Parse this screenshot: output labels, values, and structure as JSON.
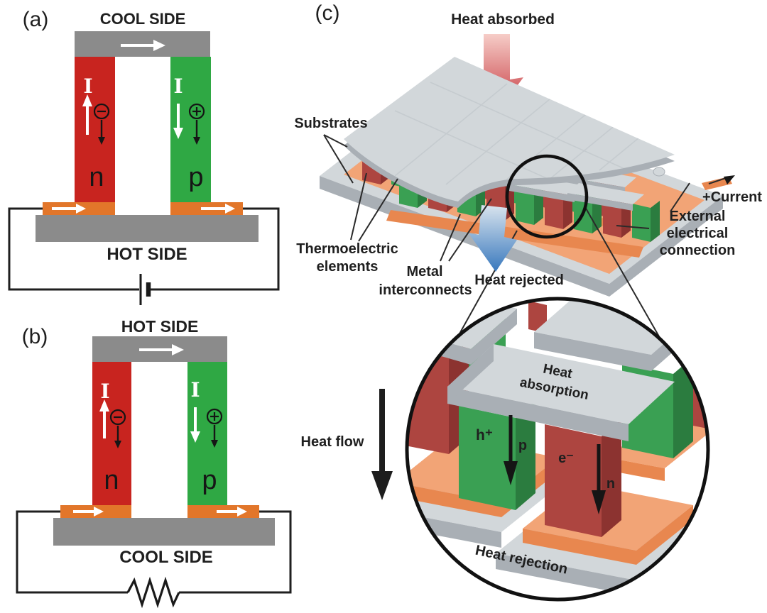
{
  "panel_a": {
    "tag": "(a)",
    "top_label": "COOL SIDE",
    "bottom_label": "HOT SIDE",
    "current_symbol": "I",
    "n_label": "n",
    "p_label": "p"
  },
  "panel_b": {
    "tag": "(b)",
    "top_label": "HOT SIDE",
    "bottom_label": "COOL SIDE",
    "current_symbol": "I",
    "n_label": "n",
    "p_label": "p"
  },
  "panel_c": {
    "tag": "(c)",
    "heat_absorbed": "Heat absorbed",
    "substrates": "Substrates",
    "thermoelectric_line1": "Thermoelectric",
    "thermoelectric_line2": "elements",
    "metal_line1": "Metal",
    "metal_line2": "interconnects",
    "heat_rejected": "Heat rejected",
    "current_label": "+Current",
    "external_line1": "External",
    "external_line2": "electrical",
    "external_line3": "connection",
    "heat_flow": "Heat flow"
  },
  "inset": {
    "heat_absorption_line1": "Heat",
    "heat_absorption_line2": "absorption",
    "hole_label": "h⁺",
    "electron_label": "e⁻",
    "p_label": "p",
    "n_label": "n",
    "heat_rejection": "Heat rejection"
  },
  "colors": {
    "ink": "#1f1f1f",
    "red": "#c8241f",
    "green": "#2fa844",
    "orange": "#e2762a",
    "bar_gray": "#8b8b8b",
    "mod_red": "#ad4540",
    "mod_red_side": "#8c3330",
    "mod_green": "#3aa053",
    "mod_green_side": "#2b7c3f",
    "plate": "#d2d7da",
    "plate_side": "#a9afb5",
    "salmon": "#f2a476",
    "salmon_dk": "#e8874f",
    "arrow_red": "#c4333a",
    "arrow_red_light": "#f6cdc8",
    "arrow_blue": "#3878bd",
    "arrow_blue_light": "#d9e4ee"
  }
}
